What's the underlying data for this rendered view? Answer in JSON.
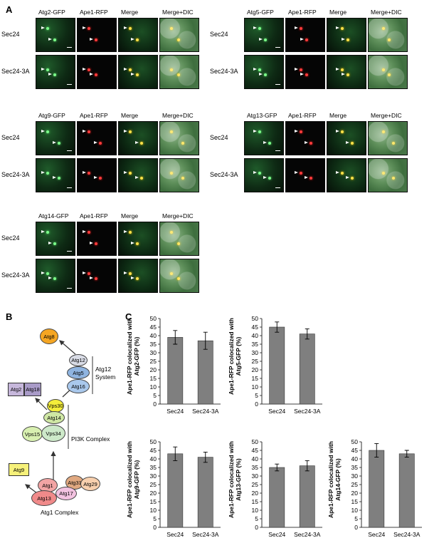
{
  "panel_a": {
    "label": "A",
    "sections": [
      {
        "id": "atg2",
        "headers": [
          "Atg2-GFP",
          "Ape1-RFP",
          "Merge",
          "Merge+DIC"
        ],
        "rows": [
          "Sec24",
          "Sec24-3A"
        ]
      },
      {
        "id": "atg5",
        "headers": [
          "Atg5-GFP",
          "Ape1-RFP",
          "Merge",
          "Merge+DIC"
        ],
        "rows": [
          "Sec24",
          "Sec24-3A"
        ]
      },
      {
        "id": "atg9",
        "headers": [
          "Atg9-GFP",
          "Ape1-RFP",
          "Merge",
          "Merge+DIC"
        ],
        "rows": [
          "Sec24",
          "Sec24-3A"
        ]
      },
      {
        "id": "atg13",
        "headers": [
          "Atg13-GFP",
          "Ape1-RFP",
          "Merge",
          "Merge+DIC"
        ],
        "rows": [
          "Sec24",
          "Sec24-3A"
        ]
      },
      {
        "id": "atg14",
        "headers": [
          "Atg14-GFP",
          "Ape1-RFP",
          "Merge",
          "Merge+DIC"
        ],
        "rows": [
          "Sec24",
          "Sec24-3A"
        ]
      }
    ]
  },
  "panel_b": {
    "label": "B",
    "nodes": {
      "atg8": "Atg8",
      "atg12": "Atg12",
      "atg5": "Atg5",
      "atg16": "Atg16",
      "atg2": "Atg2",
      "atg18": "Atg18",
      "vps30": "Vps30",
      "atg14": "Atg14",
      "vps15": "Vps15",
      "vps34": "Vps34",
      "atg9": "Atg9",
      "atg1": "Atg1",
      "atg13": "Atg13",
      "atg17": "Atg17",
      "atg31": "Atg31",
      "atg29": "Atg29"
    },
    "group_labels": {
      "atg12_system": "Atg12\nSystem",
      "pi3k": "PI3K Complex",
      "atg1_complex": "Atg1 Complex"
    },
    "colors": {
      "atg8": "#f5a623",
      "atg12": "#d9dce6",
      "atg5": "#8fb4e0",
      "atg16": "#a9c8ec",
      "atg2": "#c6b7db",
      "atg18": "#a99bc8",
      "vps30": "#f4ee3a",
      "atg14": "#cfe7a4",
      "vps15": "#d8f0b0",
      "vps34": "#cde9c9",
      "atg9": "#f6f17a",
      "atg1": "#f2a4a4",
      "atg13": "#f08a8a",
      "atg17": "#f2c2e0",
      "atg31": "#e0a880",
      "atg29": "#f8d0ae"
    }
  },
  "panel_c": {
    "label": "C"
  },
  "chart_data": [
    {
      "type": "bar",
      "categories": [
        "Sec24",
        "Sec24-3A"
      ],
      "values": [
        39,
        37
      ],
      "errors": [
        4,
        5
      ],
      "ylabel": "Ape1-RFP colocalized with\nAtg2-GFP (%)",
      "ylim": [
        0,
        50
      ],
      "yticks": [
        0,
        5,
        10,
        15,
        20,
        25,
        30,
        35,
        40,
        45,
        50
      ]
    },
    {
      "type": "bar",
      "categories": [
        "Sec24",
        "Sec24-3A"
      ],
      "values": [
        45,
        41
      ],
      "errors": [
        3,
        3
      ],
      "ylabel": "Ape1-RFP colocalized with\nAtg5-GFP (%)",
      "ylim": [
        0,
        50
      ],
      "yticks": [
        0,
        5,
        10,
        15,
        20,
        25,
        30,
        35,
        40,
        45,
        50
      ]
    },
    {
      "type": "bar",
      "categories": [
        "Sec24",
        "Sec24-3A"
      ],
      "values": [
        43,
        41
      ],
      "errors": [
        4,
        3
      ],
      "ylabel": "Ape1-RFP colocalized with\nAtg9-GFP (%)",
      "ylim": [
        0,
        50
      ],
      "yticks": [
        0,
        5,
        10,
        15,
        20,
        25,
        30,
        35,
        40,
        45,
        50
      ]
    },
    {
      "type": "bar",
      "categories": [
        "Sec24",
        "Sec24-3A"
      ],
      "values": [
        35,
        36
      ],
      "errors": [
        2,
        3
      ],
      "ylabel": "Ape1-RFP colocalized with\nAtg13-GFP (%)",
      "ylim": [
        0,
        50
      ],
      "yticks": [
        0,
        5,
        10,
        15,
        20,
        25,
        30,
        35,
        40,
        45,
        50
      ]
    },
    {
      "type": "bar",
      "categories": [
        "Sec24",
        "Sec24-3A"
      ],
      "values": [
        45,
        43
      ],
      "errors": [
        4,
        2
      ],
      "ylabel": "Ape1-RFP colocalized with\nAtg14-GFP (%)",
      "ylim": [
        0,
        50
      ],
      "yticks": [
        0,
        5,
        10,
        15,
        20,
        25,
        30,
        35,
        40,
        45,
        50
      ]
    }
  ]
}
